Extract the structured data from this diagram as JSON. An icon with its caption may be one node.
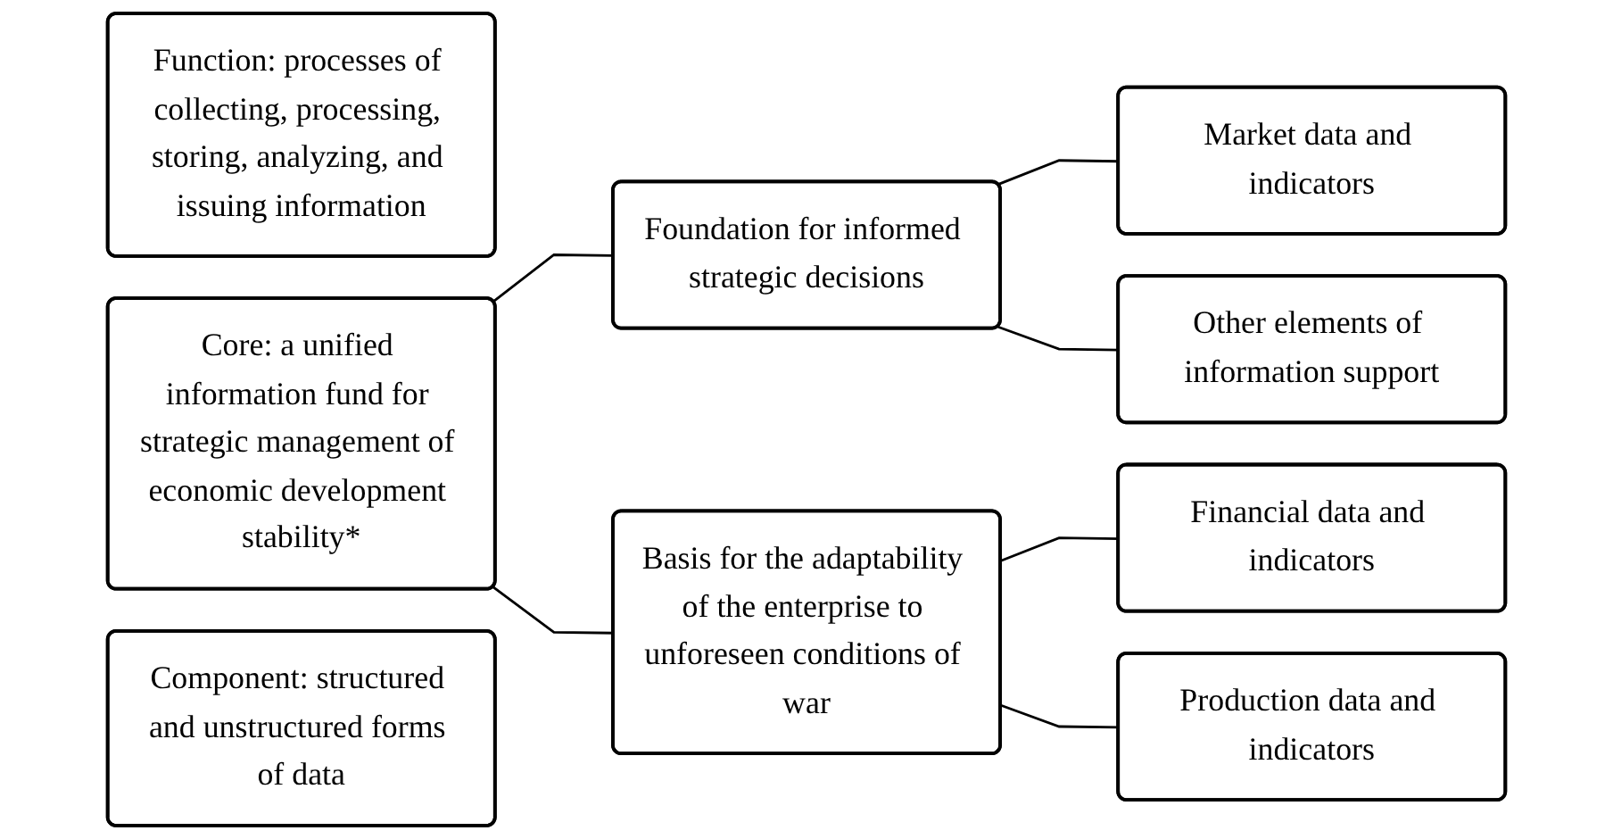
{
  "diagram": {
    "nodes": [
      {
        "text": [
          "Function: processes of collecting, processing, storing, analyzing, and issuing information"
        ]
      },
      {
        "text": [
          "Core: a unified information fund for strategic management of economic development stability*"
        ]
      },
      {
        "text": [
          "Component: structured and unstructured forms of data"
        ]
      },
      {
        "text": [
          "Foundation for informed strategic decisions"
        ]
      },
      {
        "text": [
          "Basis for the adaptability of the enterprise to unforeseen conditions of war"
        ]
      },
      {
        "text": [
          "Market data and indicators"
        ]
      },
      {
        "text": [
          "Other elements of information support"
        ]
      },
      {
        "text": [
          "Financial data and indicators"
        ]
      },
      {
        "text": [
          "Production data and indicators"
        ]
      }
    ],
    "edges": [
      {
        "from": 1,
        "to": 3,
        "arrow": "none"
      },
      {
        "from": 1,
        "to": 4,
        "arrow": "none"
      },
      {
        "from": 3,
        "to": 5,
        "arrow": "none"
      },
      {
        "from": 3,
        "to": 6,
        "arrow": "none"
      },
      {
        "from": 4,
        "to": 7,
        "arrow": "none"
      },
      {
        "from": 4,
        "to": 8,
        "arrow": "none"
      }
    ]
  }
}
